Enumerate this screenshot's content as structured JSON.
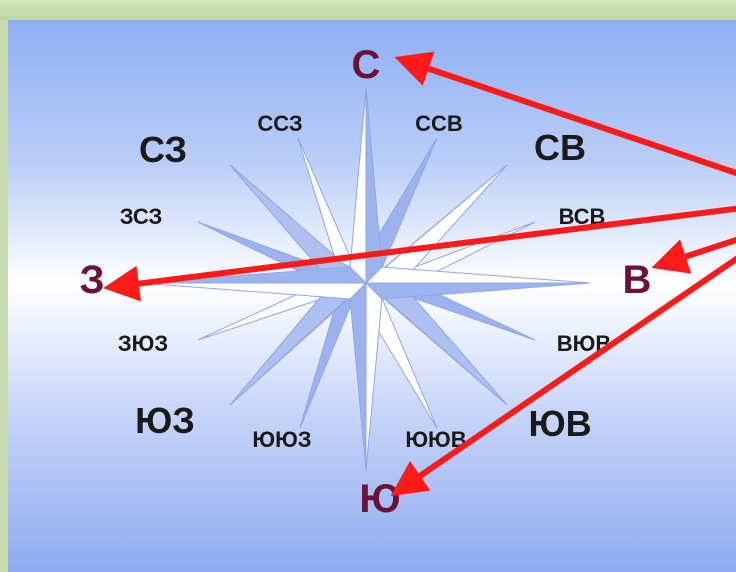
{
  "colors": {
    "primary_label": "#6b1238",
    "label": "#1a1a1a",
    "arrow": "#ff1a1a",
    "star_light": "#ffffff",
    "star_dark": "#8fa6ea"
  },
  "labels": {
    "n": "С",
    "e": "В",
    "s": "Ю",
    "w": "З",
    "nw": "СЗ",
    "ne": "СВ",
    "sw": "ЮЗ",
    "se": "ЮВ",
    "nnw": "ССЗ",
    "nne": "ССВ",
    "wnw": "ЗСЗ",
    "ene": "ВСВ",
    "wsw": "ЗЮЗ",
    "ese": "ВЮВ",
    "ssw": "ЮЮЗ",
    "sse": "ЮЮВ"
  }
}
